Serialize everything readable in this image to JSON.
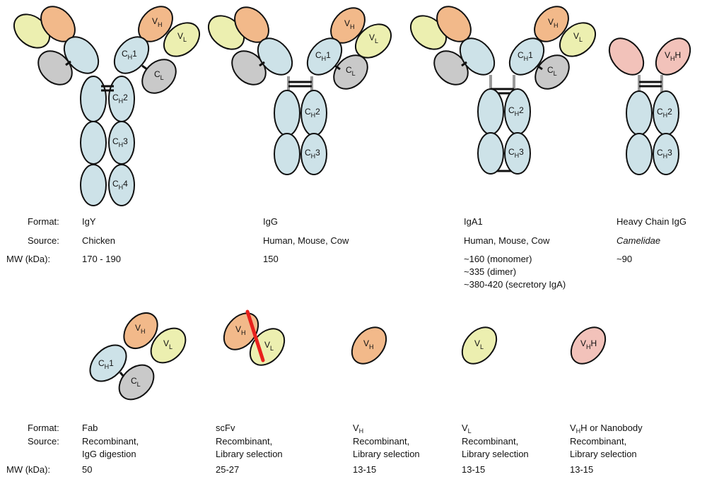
{
  "colors": {
    "vh": "#f2b98a",
    "vl": "#ecefb0",
    "constant_heavy": "#cde2e8",
    "constant_light": "#c9c9c9",
    "vhh": "#f2c2ba",
    "scfv_linker": "#e8201c",
    "outline": "#111111",
    "hinge": "#9a9a9a"
  },
  "row_labels": {
    "format": "Format:",
    "source": "Source:",
    "mw": "MW (kDa):"
  },
  "domain_labels": {
    "vh_main": "V",
    "vh_sub": "H",
    "vl_main": "V",
    "vl_sub": "L",
    "cl_main": "C",
    "cl_sub": "L",
    "ch_main": "C",
    "ch_sub": "H",
    "ch1_num": "1",
    "ch2_num": "2",
    "ch3_num": "3",
    "ch4_num": "4",
    "vhh_suffix": "H"
  },
  "top_row": [
    {
      "format": "IgY",
      "source": "Chicken",
      "mw": [
        "170 - 190"
      ]
    },
    {
      "format": "IgG",
      "source": "Human, Mouse, Cow",
      "mw": [
        "150"
      ]
    },
    {
      "format": "IgA1",
      "source": "Human, Mouse, Cow",
      "mw": [
        "~160 (monomer)",
        "~335 (dimer)",
        "~380-420 (secretory IgA)"
      ]
    },
    {
      "format": "Heavy Chain IgG",
      "source": "Camelidae",
      "mw": [
        "~90"
      ]
    }
  ],
  "bottom_row": [
    {
      "format_main": "Fab",
      "format_sub": "",
      "format_rest": "",
      "source": [
        "Recombinant,",
        "IgG digestion"
      ],
      "mw": "50"
    },
    {
      "format_main": "scFv",
      "format_sub": "",
      "format_rest": "",
      "source": [
        "Recombinant,",
        "Library selection"
      ],
      "mw": "25-27"
    },
    {
      "format_main": "V",
      "format_sub": "H",
      "format_rest": "",
      "source": [
        "Recombinant,",
        "Library selection"
      ],
      "mw": "13-15"
    },
    {
      "format_main": "V",
      "format_sub": "L",
      "format_rest": "",
      "source": [
        "Recombinant,",
        "Library selection"
      ],
      "mw": "13-15"
    },
    {
      "format_main": "V",
      "format_sub": "H",
      "format_rest": "H or Nanobody",
      "source": [
        "Recombinant,",
        "Library selection"
      ],
      "mw": "13-15"
    }
  ]
}
